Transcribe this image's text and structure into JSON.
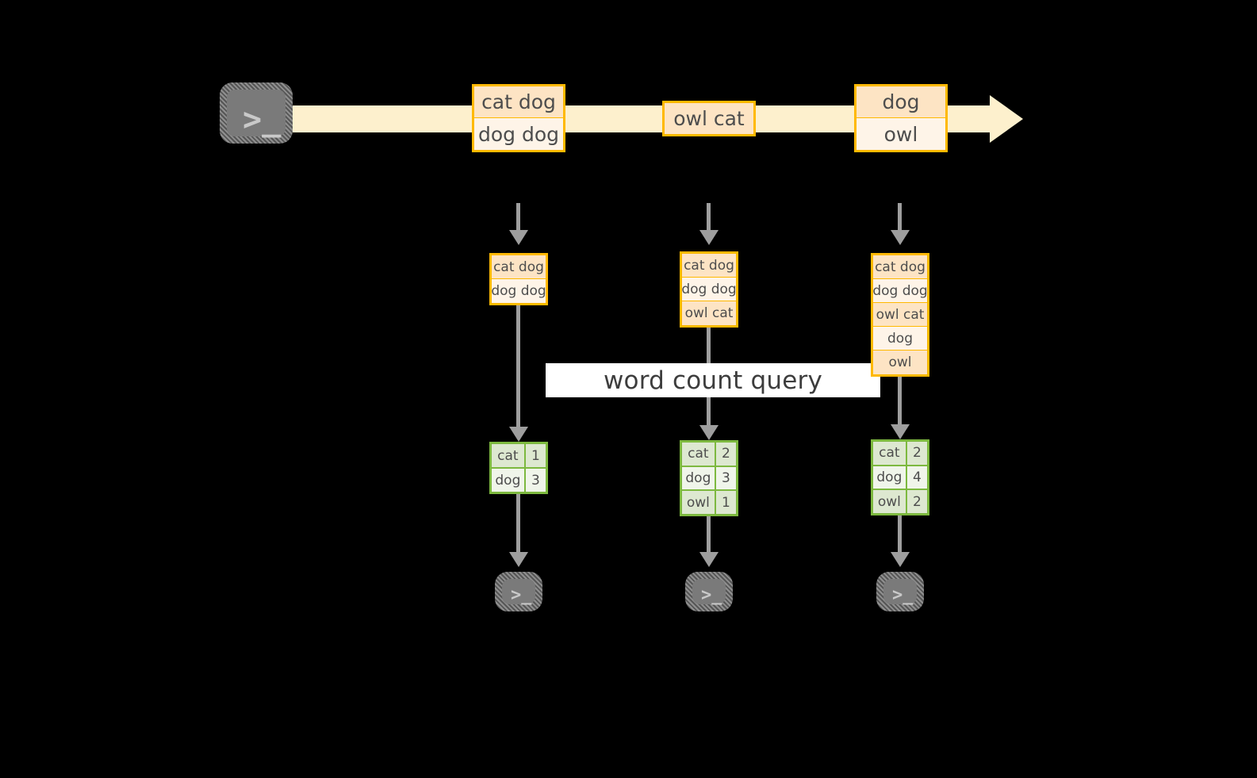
{
  "diagram": {
    "title_label": "word count query",
    "colors": {
      "background": "#000000",
      "stream_fill": "#FDF0CD",
      "record_border": "#FFB900",
      "record_fill_dark": "#FDE4C4",
      "record_fill_light": "#FEF4E8",
      "result_border": "#7DB93F",
      "result_fill_dark": "#DDE8D0",
      "result_fill_light": "#F0F5EA",
      "connector": "#9E9E9E",
      "terminal_fill": "#7A7A7A",
      "label_band": "#FFFFFF"
    },
    "source": {
      "icon": "terminal-icon",
      "prompt_glyph": ">_"
    },
    "stream_records": [
      {
        "id": "record-group-1",
        "lines": [
          "cat dog",
          "dog dog"
        ]
      },
      {
        "id": "record-group-2",
        "lines": [
          "owl cat"
        ]
      },
      {
        "id": "record-group-3",
        "lines": [
          "dog",
          "owl"
        ]
      }
    ],
    "snapshots": [
      {
        "id": "snapshot-1",
        "buffer": [
          "cat dog",
          "dog dog"
        ],
        "results": [
          {
            "word": "cat",
            "count": "1"
          },
          {
            "word": "dog",
            "count": "3"
          }
        ],
        "sink": {
          "icon": "terminal-icon",
          "prompt_glyph": ">_"
        }
      },
      {
        "id": "snapshot-2",
        "buffer": [
          "cat dog",
          "dog dog",
          "owl cat"
        ],
        "results": [
          {
            "word": "cat",
            "count": "2"
          },
          {
            "word": "dog",
            "count": "3"
          },
          {
            "word": "owl",
            "count": "1"
          }
        ],
        "sink": {
          "icon": "terminal-icon",
          "prompt_glyph": ">_"
        }
      },
      {
        "id": "snapshot-3",
        "buffer": [
          "cat dog",
          "dog dog",
          "owl cat",
          "dog",
          "owl"
        ],
        "results": [
          {
            "word": "cat",
            "count": "2"
          },
          {
            "word": "dog",
            "count": "4"
          },
          {
            "word": "owl",
            "count": "2"
          }
        ],
        "sink": {
          "icon": "terminal-icon",
          "prompt_glyph": ">_"
        }
      }
    ]
  }
}
